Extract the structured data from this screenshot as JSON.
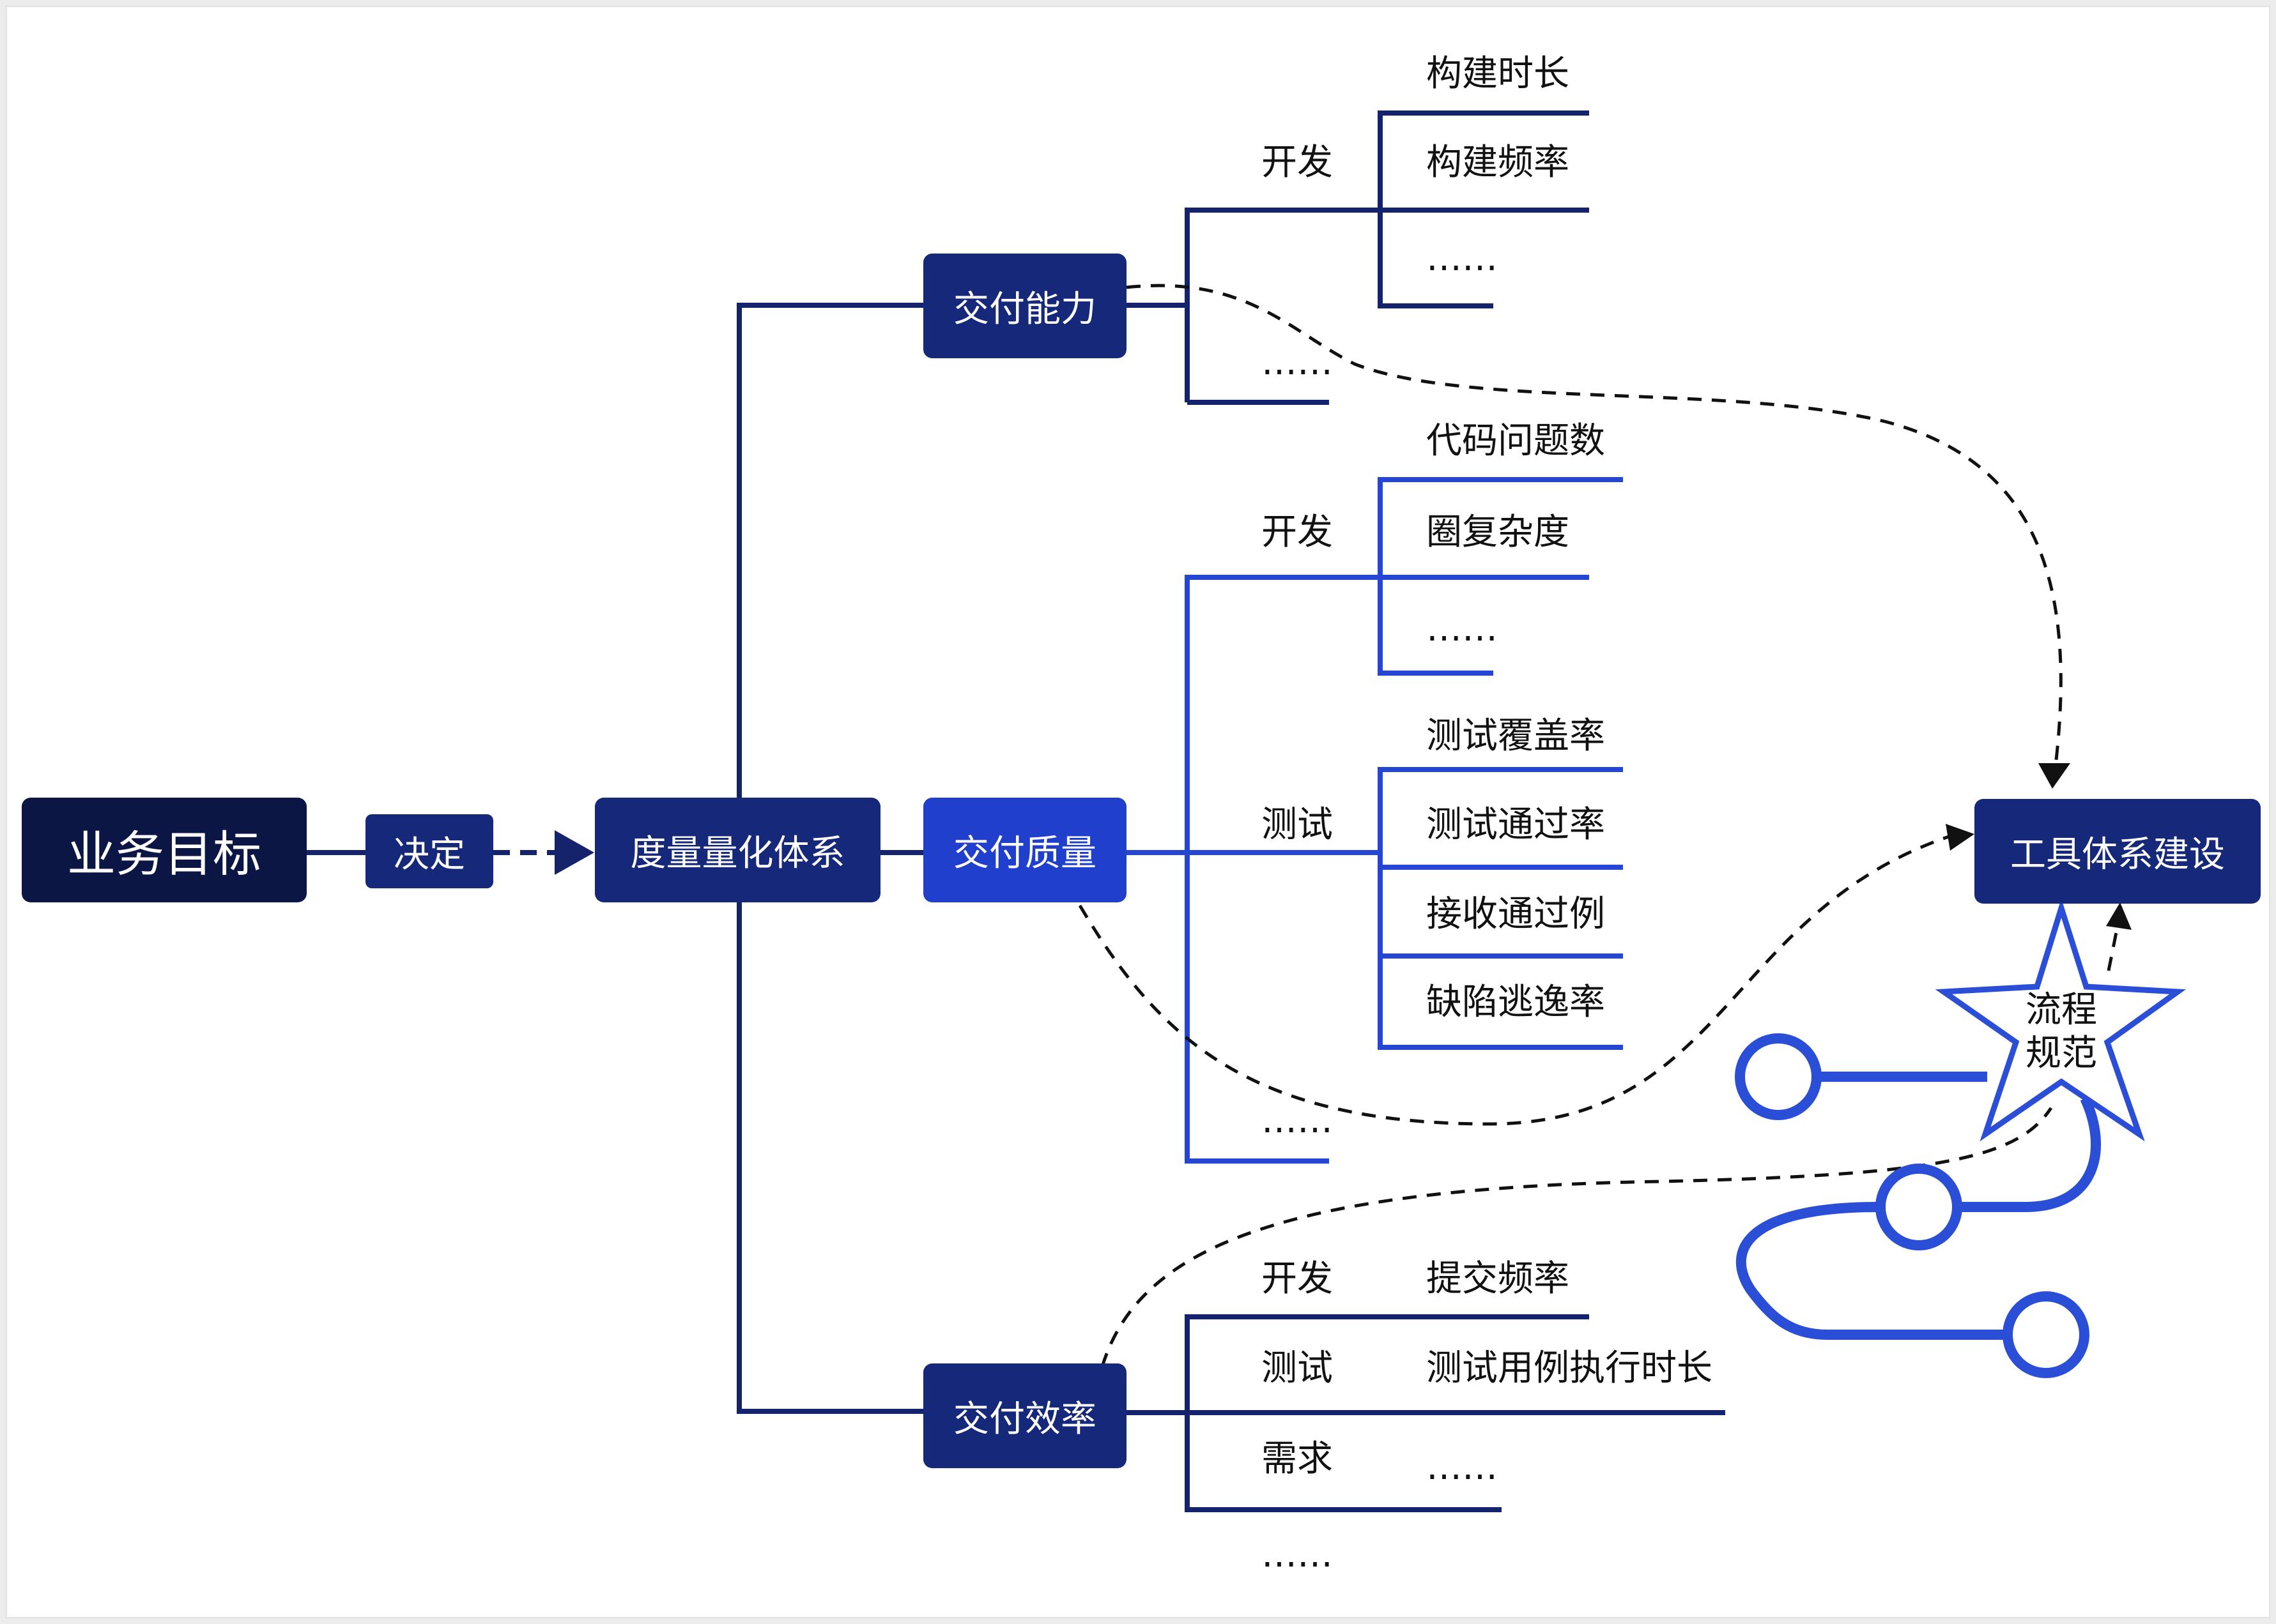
{
  "colors": {
    "dark_navy": "#0c1645",
    "navy": "#15287a",
    "mid_blue": "#1f3fcc",
    "bright_blue": "#2749d9",
    "line_dark": "#14236b",
    "line_blue": "#2446d2",
    "process_blue": "#2a4fd6",
    "dashed": "#111111"
  },
  "nodes": {
    "business_goal": "业务目标",
    "decide": "决定",
    "metrics_system": "度量量化体系",
    "delivery_capability": "交付能力",
    "delivery_quality": "交付质量",
    "delivery_efficiency": "交付效率",
    "tool_system": "工具体系建设"
  },
  "star": {
    "line1": "流程",
    "line2": "规范"
  },
  "capability": {
    "dev_label": "开发",
    "dev_items": [
      "构建时长",
      "构建频率",
      "……"
    ],
    "more": "……"
  },
  "quality": {
    "dev_label": "开发",
    "dev_items": [
      "代码问题数",
      "圈复杂度",
      "……"
    ],
    "test_label": "测试",
    "test_items": [
      "测试覆盖率",
      "测试通过率",
      "接收通过例",
      "缺陷逃逸率"
    ],
    "more": "……"
  },
  "efficiency": {
    "rows": [
      {
        "label": "开发",
        "item": "提交频率"
      },
      {
        "label": "测试",
        "item": "测试用例执行时长"
      },
      {
        "label": "需求",
        "item": "……"
      }
    ],
    "more": "……"
  },
  "icons": [
    "arrow-head-icon",
    "star-icon",
    "process-path-icon"
  ]
}
